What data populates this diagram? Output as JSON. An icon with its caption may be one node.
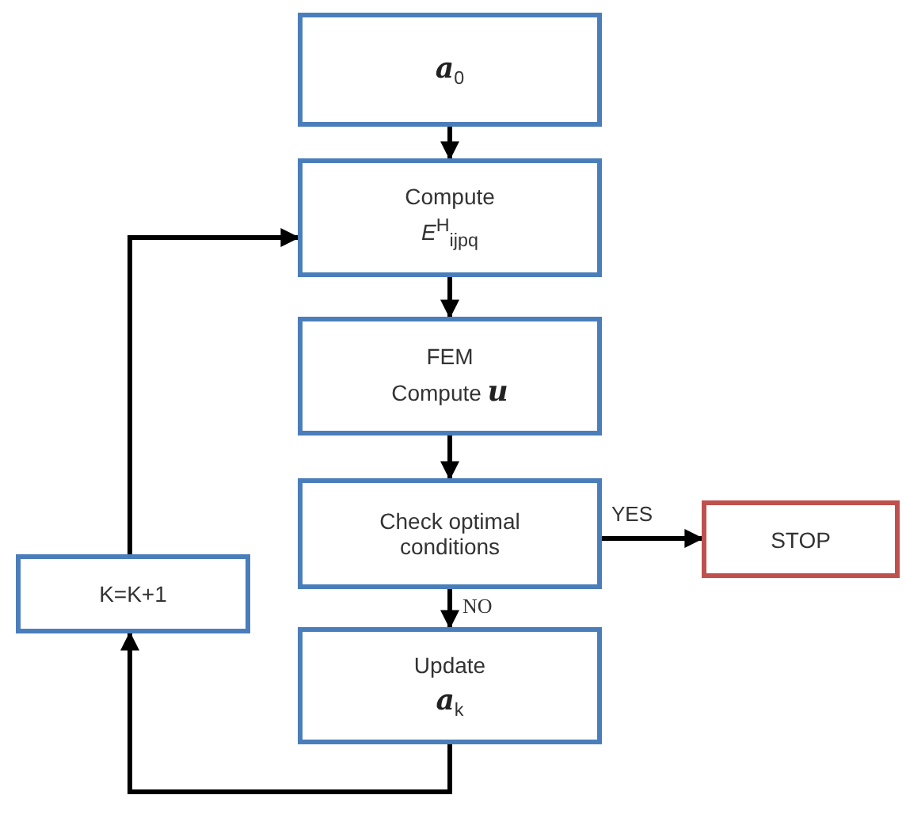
{
  "diagram": {
    "nodes": [
      {
        "text": [
          "**a**$_{0}$"
        ]
      },
      {
        "text": [
          "Compute",
          "*E*$^{H}$$_{ijpq}$"
        ]
      },
      {
        "text": [
          "FEM",
          "Compute **u**"
        ]
      },
      {
        "text": [
          "Check optimal conditions"
        ]
      },
      {
        "text": [
          "STOP"
        ]
      },
      {
        "text": [
          "K=K+1"
        ]
      },
      {
        "text": [
          "Update",
          "**a**$_{k}$"
        ]
      }
    ],
    "edges": [
      {
        "from": 0,
        "to": 1,
        "arrow": "to"
      },
      {
        "from": 1,
        "to": 2,
        "arrow": "to"
      },
      {
        "from": 2,
        "to": 3,
        "arrow": "to"
      },
      {
        "from": 3,
        "to": 4,
        "arrow": "to",
        "label": "YES"
      },
      {
        "from": 3,
        "to": 6,
        "arrow": "to",
        "label": "NO"
      },
      {
        "from": 6,
        "to": 5,
        "arrow": "to"
      },
      {
        "from": 5,
        "to": 1,
        "arrow": "to"
      }
    ]
  }
}
